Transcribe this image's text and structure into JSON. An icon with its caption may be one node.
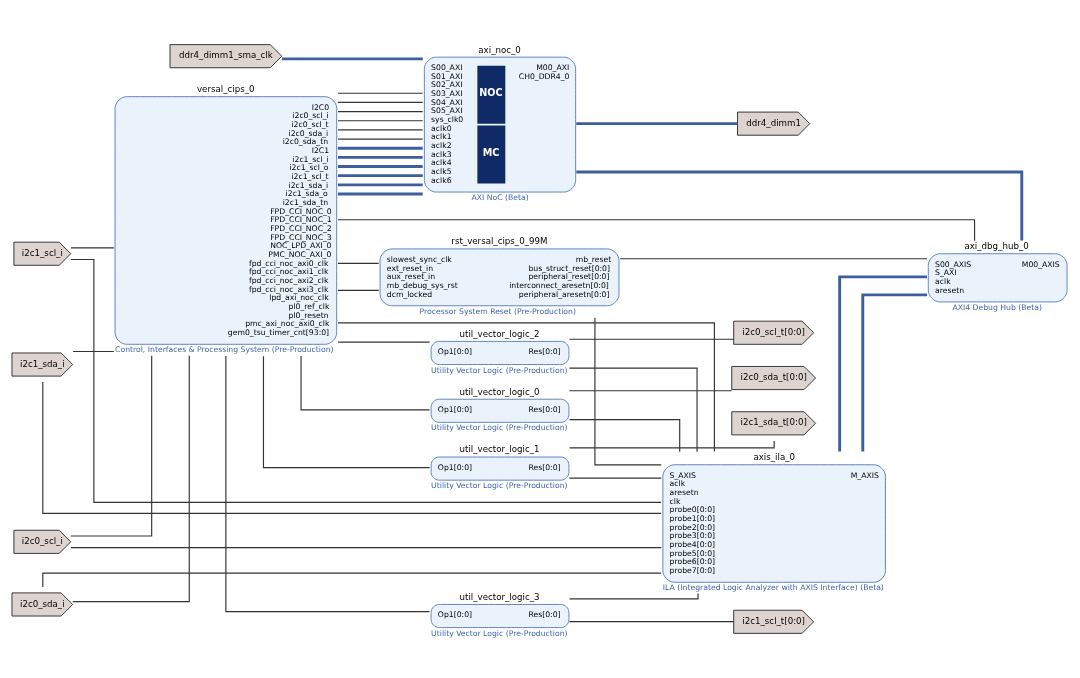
{
  "diagram": {
    "nodes": [
      {
        "text": [
          "i2c0_scl_i"
        ]
      },
      {
        "text": [
          "i2c0_sda_i"
        ]
      },
      {
        "text": [
          "i2c1_scl_i"
        ]
      },
      {
        "text": [
          "i2c1_sda_i"
        ]
      },
      {
        "text": [
          "axis_ila_0",
          "S_AXIS",
          "aclk",
          "aresetn",
          "clk",
          "probe0[0:0]",
          "probe1[0:0]",
          "probe2[0:0]",
          "probe3[0:0]",
          "probe4[0:0]",
          "probe5[0:0]",
          "probe6[0:0]",
          "probe7[0:0]",
          "M_AXIS",
          "ILA (Integrated Logic Analyzer with AXIS Interface) (Beta)"
        ]
      },
      {
        "text": [
          "util_vector_logic_2",
          "Op1[0:0]",
          "Res[0:0]",
          "Utility Vector Logic (Pre-Production)"
        ]
      },
      {
        "text": [
          "i2c0_scl_t[0:0]"
        ]
      },
      {
        "text": [
          "i2c0_sda_t[0:0]"
        ]
      },
      {
        "text": [
          "util_vector_logic_0",
          "Op1[0:0]",
          "Res[0:0]",
          "Utility Vector Logic (Pre-Production)"
        ]
      },
      {
        "text": [
          "versal_cips_0",
          "I2C0",
          "i2c0_scl_i",
          "i2c0_scl_t",
          "i2c0_sda_i",
          "i2c0_sda_tn",
          "I2C1",
          "i2c1_scl_i",
          "i2c1_scl_o",
          "i2c1_scl_t",
          "i2c1_sda_i",
          "i2c1_sda_o",
          "i2c1_sda_tn",
          "FPD_CCI_NOC_0",
          "FPD_CCI_NOC_1",
          "FPD_CCI_NOC_2",
          "FPD_CCI_NOC_3",
          "NOC_LPD_AXI_0",
          "PMC_NOC_AXI_0",
          "fpd_cci_noc_axi0_clk",
          "fpd_cci_noc_axi1_clk",
          "fpd_cci_noc_axi2_clk",
          "fpd_cci_noc_axi3_clk",
          "lpd_axi_noc_clk",
          "pl0_ref_clk",
          "pl0_resetn",
          "pmc_axi_noc_axi0_clk",
          "gem0_tsu_timer_cnt[93:0]",
          "Control, Interfaces & Processing System (Pre-Production)"
        ]
      },
      {
        "text": [
          "rst_versal_cips_0_99M",
          "slowest_sync_clk",
          "ext_reset_in",
          "aux_reset_in",
          "mb_debug_sys_rst",
          "dcm_locked",
          "mb_reset",
          "bus_struct_reset[0:0]",
          "peripheral_reset[0:0]",
          "interconnect_aresetn[0:0]",
          "peripheral_aresetn[0:0]",
          "Processor System Reset (Pre-Production)"
        ]
      },
      {
        "text": [
          "i2c1_sda_t[0:0]"
        ]
      },
      {
        "text": [
          "axi_dbg_hub_0",
          "S00_AXIS",
          "S_AXI",
          "aclk",
          "aresetn",
          "M00_AXIS",
          "AXI4 Debug Hub (Beta)"
        ]
      },
      {
        "text": [
          "util_vector_logic_1",
          "Op1[0:0]",
          "Res[0:0]",
          "Utility Vector Logic (Pre-Production)"
        ]
      },
      {
        "text": [
          "axi_noc_0",
          "S00_AXI",
          "S01_AXI",
          "S02_AXI",
          "S03_AXI",
          "S04_AXI",
          "S05_AXI",
          "sys_clk0",
          "aclk0",
          "aclk1",
          "aclk2",
          "aclk3",
          "aclk4",
          "aclk5",
          "aclk6",
          "M00_AXI",
          "CH0_DDR4_0",
          "NOC",
          "MC",
          "AXI NoC (Beta)"
        ]
      },
      {
        "text": [
          "util_vector_logic_3",
          "Op1[0:0]",
          "Res[0:0]",
          "Utility Vector Logic (Pre-Production)"
        ]
      },
      {
        "text": [
          "i2c1_scl_t[0:0]"
        ]
      },
      {
        "text": [
          "ddr4_dimm1_sma_clk"
        ]
      },
      {
        "text": [
          "ddr4_dimm1"
        ]
      }
    ],
    "edges": [
      {
        "from": 0,
        "to": 9,
        "arrow": "none"
      },
      {
        "from": 0,
        "to": 4,
        "arrow": "none"
      },
      {
        "from": 1,
        "to": 9,
        "arrow": "none"
      },
      {
        "from": 1,
        "to": 4,
        "arrow": "none"
      },
      {
        "from": 2,
        "to": 9,
        "arrow": "none"
      },
      {
        "from": 2,
        "to": 4,
        "arrow": "none"
      },
      {
        "from": 3,
        "to": 9,
        "arrow": "none"
      },
      {
        "from": 3,
        "to": 4,
        "arrow": "none"
      },
      {
        "from": 9,
        "to": 5,
        "arrow": "none"
      },
      {
        "from": 9,
        "to": 8,
        "arrow": "none"
      },
      {
        "from": 9,
        "to": 13,
        "arrow": "none"
      },
      {
        "from": 9,
        "to": 15,
        "arrow": "none"
      },
      {
        "from": 5,
        "to": 6,
        "arrow": "none"
      },
      {
        "from": 8,
        "to": 7,
        "arrow": "none"
      },
      {
        "from": 13,
        "to": 11,
        "arrow": "none"
      },
      {
        "from": 15,
        "to": 16,
        "arrow": "none"
      },
      {
        "from": 5,
        "to": 4,
        "arrow": "none"
      },
      {
        "from": 8,
        "to": 4,
        "arrow": "none"
      },
      {
        "from": 13,
        "to": 4,
        "arrow": "none"
      },
      {
        "from": 15,
        "to": 4,
        "arrow": "none"
      },
      {
        "from": 9,
        "to": 14,
        "arrow": "none",
        "style": "thick",
        "color": "#3d5f9e"
      },
      {
        "from": 9,
        "to": 14,
        "arrow": "none",
        "style": "thick",
        "color": "#3d5f9e"
      },
      {
        "from": 9,
        "to": 14,
        "arrow": "none",
        "style": "thick",
        "color": "#3d5f9e"
      },
      {
        "from": 9,
        "to": 14,
        "arrow": "none",
        "style": "thick",
        "color": "#3d5f9e"
      },
      {
        "from": 9,
        "to": 14,
        "arrow": "none",
        "style": "thick",
        "color": "#3d5f9e"
      },
      {
        "from": 9,
        "to": 14,
        "arrow": "none",
        "style": "thick",
        "color": "#3d5f9e"
      },
      {
        "from": 9,
        "to": 14,
        "arrow": "none"
      },
      {
        "from": 9,
        "to": 14,
        "arrow": "none"
      },
      {
        "from": 9,
        "to": 14,
        "arrow": "none"
      },
      {
        "from": 9,
        "to": 14,
        "arrow": "none"
      },
      {
        "from": 9,
        "to": 14,
        "arrow": "none"
      },
      {
        "from": 9,
        "to": 14,
        "arrow": "none"
      },
      {
        "from": 9,
        "to": 4,
        "arrow": "none"
      },
      {
        "from": 9,
        "to": 10,
        "arrow": "none"
      },
      {
        "from": 9,
        "to": 12,
        "arrow": "none"
      },
      {
        "from": 9,
        "to": 10,
        "arrow": "none"
      },
      {
        "from": 10,
        "to": 12,
        "arrow": "none"
      },
      {
        "from": 10,
        "to": 4,
        "arrow": "none"
      },
      {
        "from": 17,
        "to": 14,
        "arrow": "none",
        "style": "thick",
        "color": "#3d5f9e"
      },
      {
        "from": 14,
        "to": 18,
        "arrow": "none",
        "style": "thick",
        "color": "#3d5f9e"
      },
      {
        "from": 4,
        "to": 12,
        "arrow": "none",
        "style": "thick",
        "color": "#3d5f9e"
      },
      {
        "from": 12,
        "to": 4,
        "arrow": "none",
        "style": "thick",
        "color": "#3d5f9e"
      },
      {
        "from": 14,
        "to": 12,
        "arrow": "none",
        "style": "thick",
        "color": "#3d5f9e"
      }
    ]
  }
}
